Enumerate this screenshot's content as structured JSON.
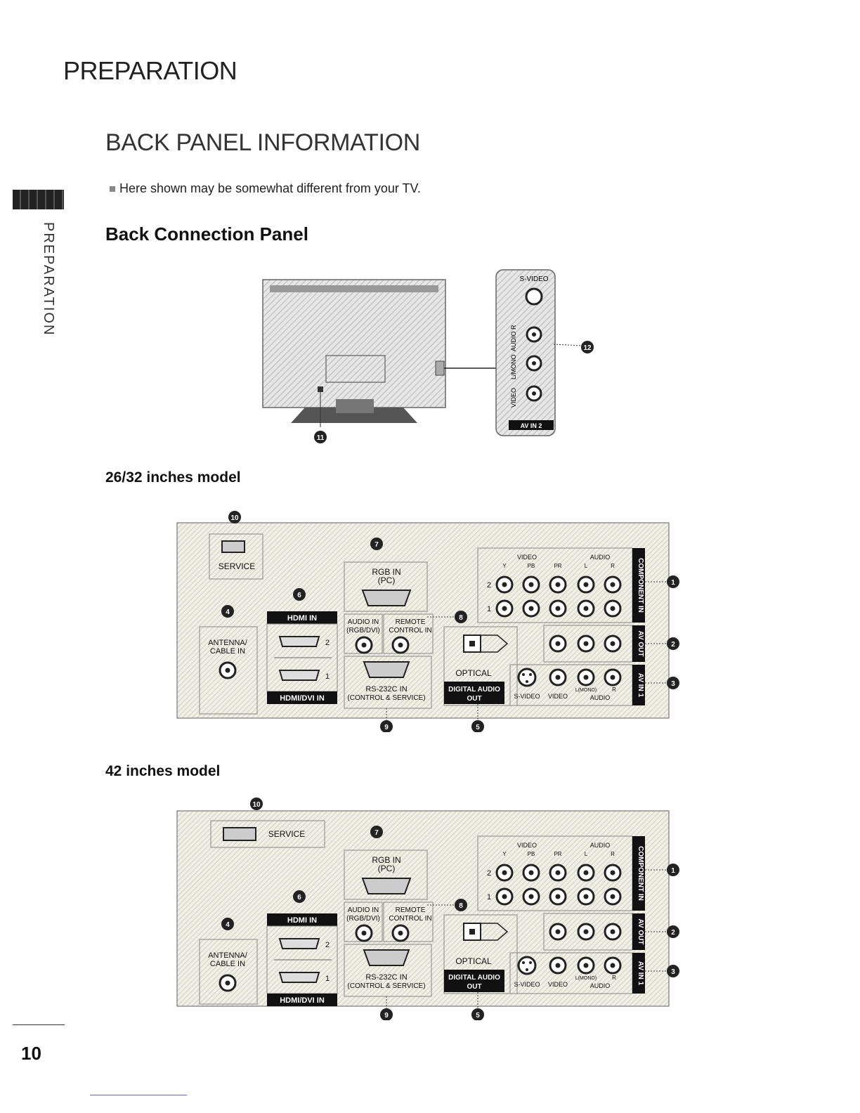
{
  "page": {
    "chapter": "PREPARATION",
    "side_tab": "PREPARATION",
    "heading": "BACK PANEL INFORMATION",
    "note": "Here shown may be somewhat different from your TV.",
    "section_title": "Back Connection Panel",
    "page_number": "10"
  },
  "tv_overview": {
    "side_panel": {
      "s_video": "S-VIDEO",
      "audio_r": "AUDIO R",
      "l_mono": "L/MONO",
      "video": "VIDEO",
      "label": "AV IN 2"
    },
    "callout_11": "11",
    "callout_12": "12"
  },
  "models": [
    {
      "caption": "26/32 inches model",
      "labels": {
        "service": "SERVICE",
        "antenna": "ANTENNA/\nCABLE IN",
        "hdmi_in": "HDMI IN",
        "hdmi_dvi_in": "HDMI/DVI IN",
        "hdmi_2": "2",
        "hdmi_1": "1",
        "rgb_in": "RGB IN",
        "pc": "(PC)",
        "audio_in": "AUDIO IN",
        "rgb_dvi": "(RGB/DVI)",
        "remote": "REMOTE",
        "control_in": "CONTROL IN",
        "rs232c": "RS-232C IN",
        "control_service": "(CONTROL & SERVICE)",
        "optical": "OPTICAL",
        "digital_audio": "DIGITAL AUDIO",
        "out": "OUT",
        "video": "VIDEO",
        "audio": "AUDIO",
        "y": "Y",
        "pb": "PB",
        "pr": "PR",
        "l": "L",
        "r": "R",
        "row2": "2",
        "row1": "1",
        "component_in": "COMPONENT IN",
        "av_out": "AV OUT",
        "av_in_1": "AV IN 1",
        "svideo_bottom": "S-VIDEO",
        "video_bottom": "VIDEO",
        "lmono_bottom": "L(MONO)",
        "r_bottom": "R",
        "audio_bottom": "AUDIO"
      },
      "callouts": [
        "1",
        "2",
        "3",
        "4",
        "5",
        "6",
        "7",
        "8",
        "9",
        "10"
      ]
    },
    {
      "caption": "42 inches model",
      "labels": {
        "service": "SERVICE",
        "antenna": "ANTENNA/\nCABLE IN",
        "hdmi_in": "HDMI IN",
        "hdmi_dvi_in": "HDMI/DVI IN",
        "hdmi_2": "2",
        "hdmi_1": "1",
        "rgb_in": "RGB IN",
        "pc": "(PC)",
        "audio_in": "AUDIO IN",
        "rgb_dvi": "(RGB/DVI)",
        "remote": "REMOTE",
        "control_in": "CONTROL IN",
        "rs232c": "RS-232C IN",
        "control_service": "(CONTROL & SERVICE)",
        "optical": "OPTICAL",
        "digital_audio": "DIGITAL AUDIO",
        "out": "OUT",
        "video": "VIDEO",
        "audio": "AUDIO",
        "y": "Y",
        "pb": "PB",
        "pr": "PR",
        "l": "L",
        "r": "R",
        "row2": "2",
        "row1": "1",
        "component_in": "COMPONENT IN",
        "av_out": "AV OUT",
        "av_in_1": "AV IN 1",
        "svideo_bottom": "S-VIDEO",
        "video_bottom": "VIDEO",
        "lmono_bottom": "L(MONO)",
        "r_bottom": "R",
        "audio_bottom": "AUDIO"
      },
      "callouts": [
        "1",
        "2",
        "3",
        "4",
        "5",
        "6",
        "7",
        "8",
        "9",
        "10"
      ]
    }
  ]
}
